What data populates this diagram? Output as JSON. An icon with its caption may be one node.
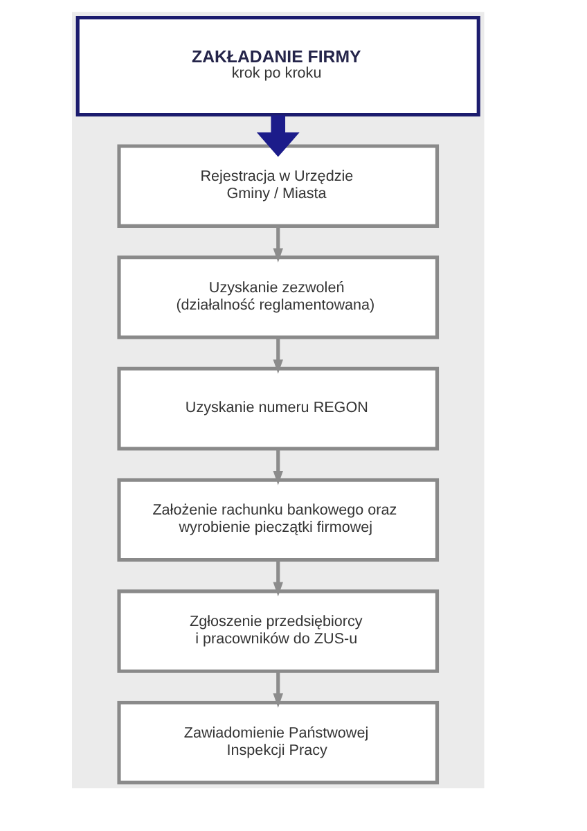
{
  "diagram": {
    "nodes": [
      {
        "text": [
          "ZAKŁADANIE FIRMY",
          "krok po kroku"
        ]
      },
      {
        "text": [
          "Rejestracja w Urzędzie Gminy / Miasta"
        ]
      },
      {
        "text": [
          "Uzyskanie zezwoleń (działalność reglamentowana)"
        ]
      },
      {
        "text": [
          "Uzyskanie numeru REGON"
        ]
      },
      {
        "text": [
          "Założenie rachunku bankowego oraz wyrobienie pieczątki firmowej"
        ]
      },
      {
        "text": [
          "Zgłoszenie przedsiębiorcy i pracowników do ZUS-u"
        ]
      },
      {
        "text": [
          "Zawiadomienie Państwowej Inspekcji Pracy"
        ]
      }
    ],
    "edges": [
      {
        "from": 0,
        "to": 1,
        "arrow": "to",
        "style": "thick",
        "color": "#1c1c8a"
      },
      {
        "from": 1,
        "to": 2,
        "arrow": "to"
      },
      {
        "from": 2,
        "to": 3,
        "arrow": "to"
      },
      {
        "from": 3,
        "to": 4,
        "arrow": "to"
      },
      {
        "from": 4,
        "to": 5,
        "arrow": "to"
      },
      {
        "from": 5,
        "to": 6,
        "arrow": "to"
      }
    ]
  }
}
